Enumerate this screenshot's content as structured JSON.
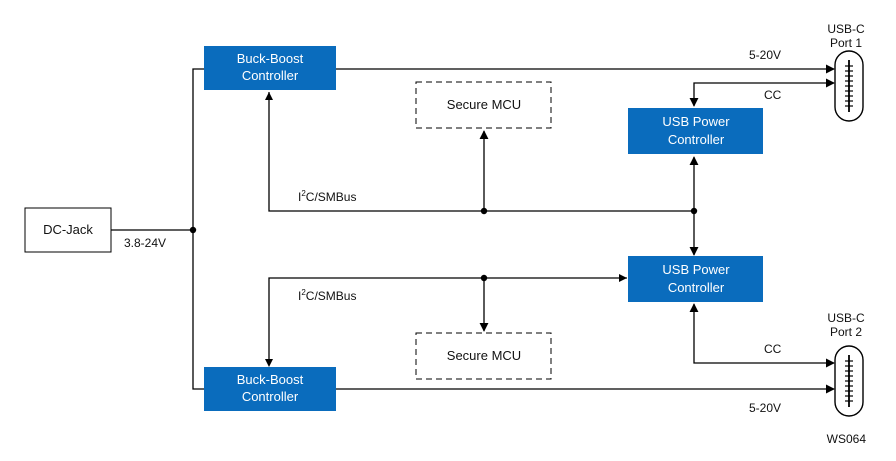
{
  "colors": {
    "block_fill": "#0a6cbd",
    "block_text": "#ffffff",
    "line": "#000000"
  },
  "blocks": {
    "dc_jack": "DC-Jack",
    "buck_boost_1": [
      "Buck-Boost",
      "Controller"
    ],
    "buck_boost_2": [
      "Buck-Boost",
      "Controller"
    ],
    "secure_mcu_1": "Secure MCU",
    "secure_mcu_2": "Secure MCU",
    "usb_pc_1": [
      "USB Power",
      "Controller"
    ],
    "usb_pc_2": [
      "USB Power",
      "Controller"
    ]
  },
  "ports": {
    "port1": [
      "USB-C",
      "Port 1"
    ],
    "port2": [
      "USB-C",
      "Port 2"
    ]
  },
  "labels": {
    "input_voltage": "3.8-24V",
    "vout_1": "5-20V",
    "vout_2": "5-20V",
    "cc_1": "CC",
    "cc_2": "CC",
    "bus_prefix": "I",
    "bus_sup": "2",
    "bus_suffix": "C/SMBus",
    "ref": "WS064"
  }
}
